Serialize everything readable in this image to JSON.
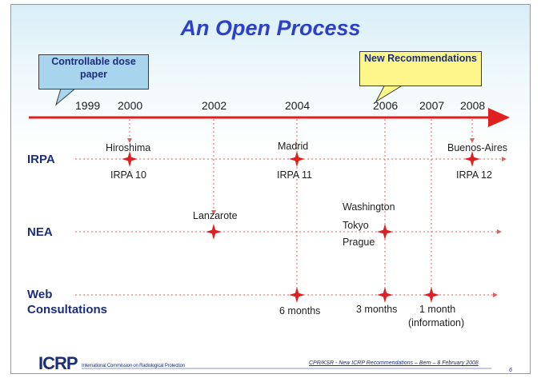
{
  "title": "An Open Process",
  "callouts": {
    "left": "Controllable dose paper",
    "right": "New Recommendations"
  },
  "timeline": {
    "years": [
      "1999",
      "2000",
      "2002",
      "2004",
      "2006",
      "2007",
      "2008"
    ]
  },
  "rows": {
    "irpa": "IRPA",
    "nea": "NEA",
    "web_line1": "Web",
    "web_line2": "Consultations"
  },
  "events": {
    "irpa_hiroshima": "Hiroshima",
    "irpa_10": "IRPA 10",
    "irpa_madrid": "Madrid",
    "irpa_11": "IRPA 11",
    "irpa_buenos_aires": "Buenos-Aires",
    "irpa_12": "IRPA 12",
    "nea_lanzarote": "Lanzarote",
    "nea_washington": "Washington",
    "nea_tokyo": "Tokyo",
    "nea_prague": "Prague",
    "web_6_months": "6 months",
    "web_3_months": "3 months",
    "web_1_month": "1 month",
    "web_information": "(information)"
  },
  "footer": {
    "logo": "ICRP",
    "logo_sub": "International Commission on Radiological Protection",
    "text": "CPR/KSR - New ICRP Recommendations – Bern – 8 February 2008",
    "page_number": "6"
  },
  "colors": {
    "title": "#2c40c8",
    "timeline": "#e02020",
    "star": "#e02020",
    "row_label": "#1c2e7a"
  }
}
